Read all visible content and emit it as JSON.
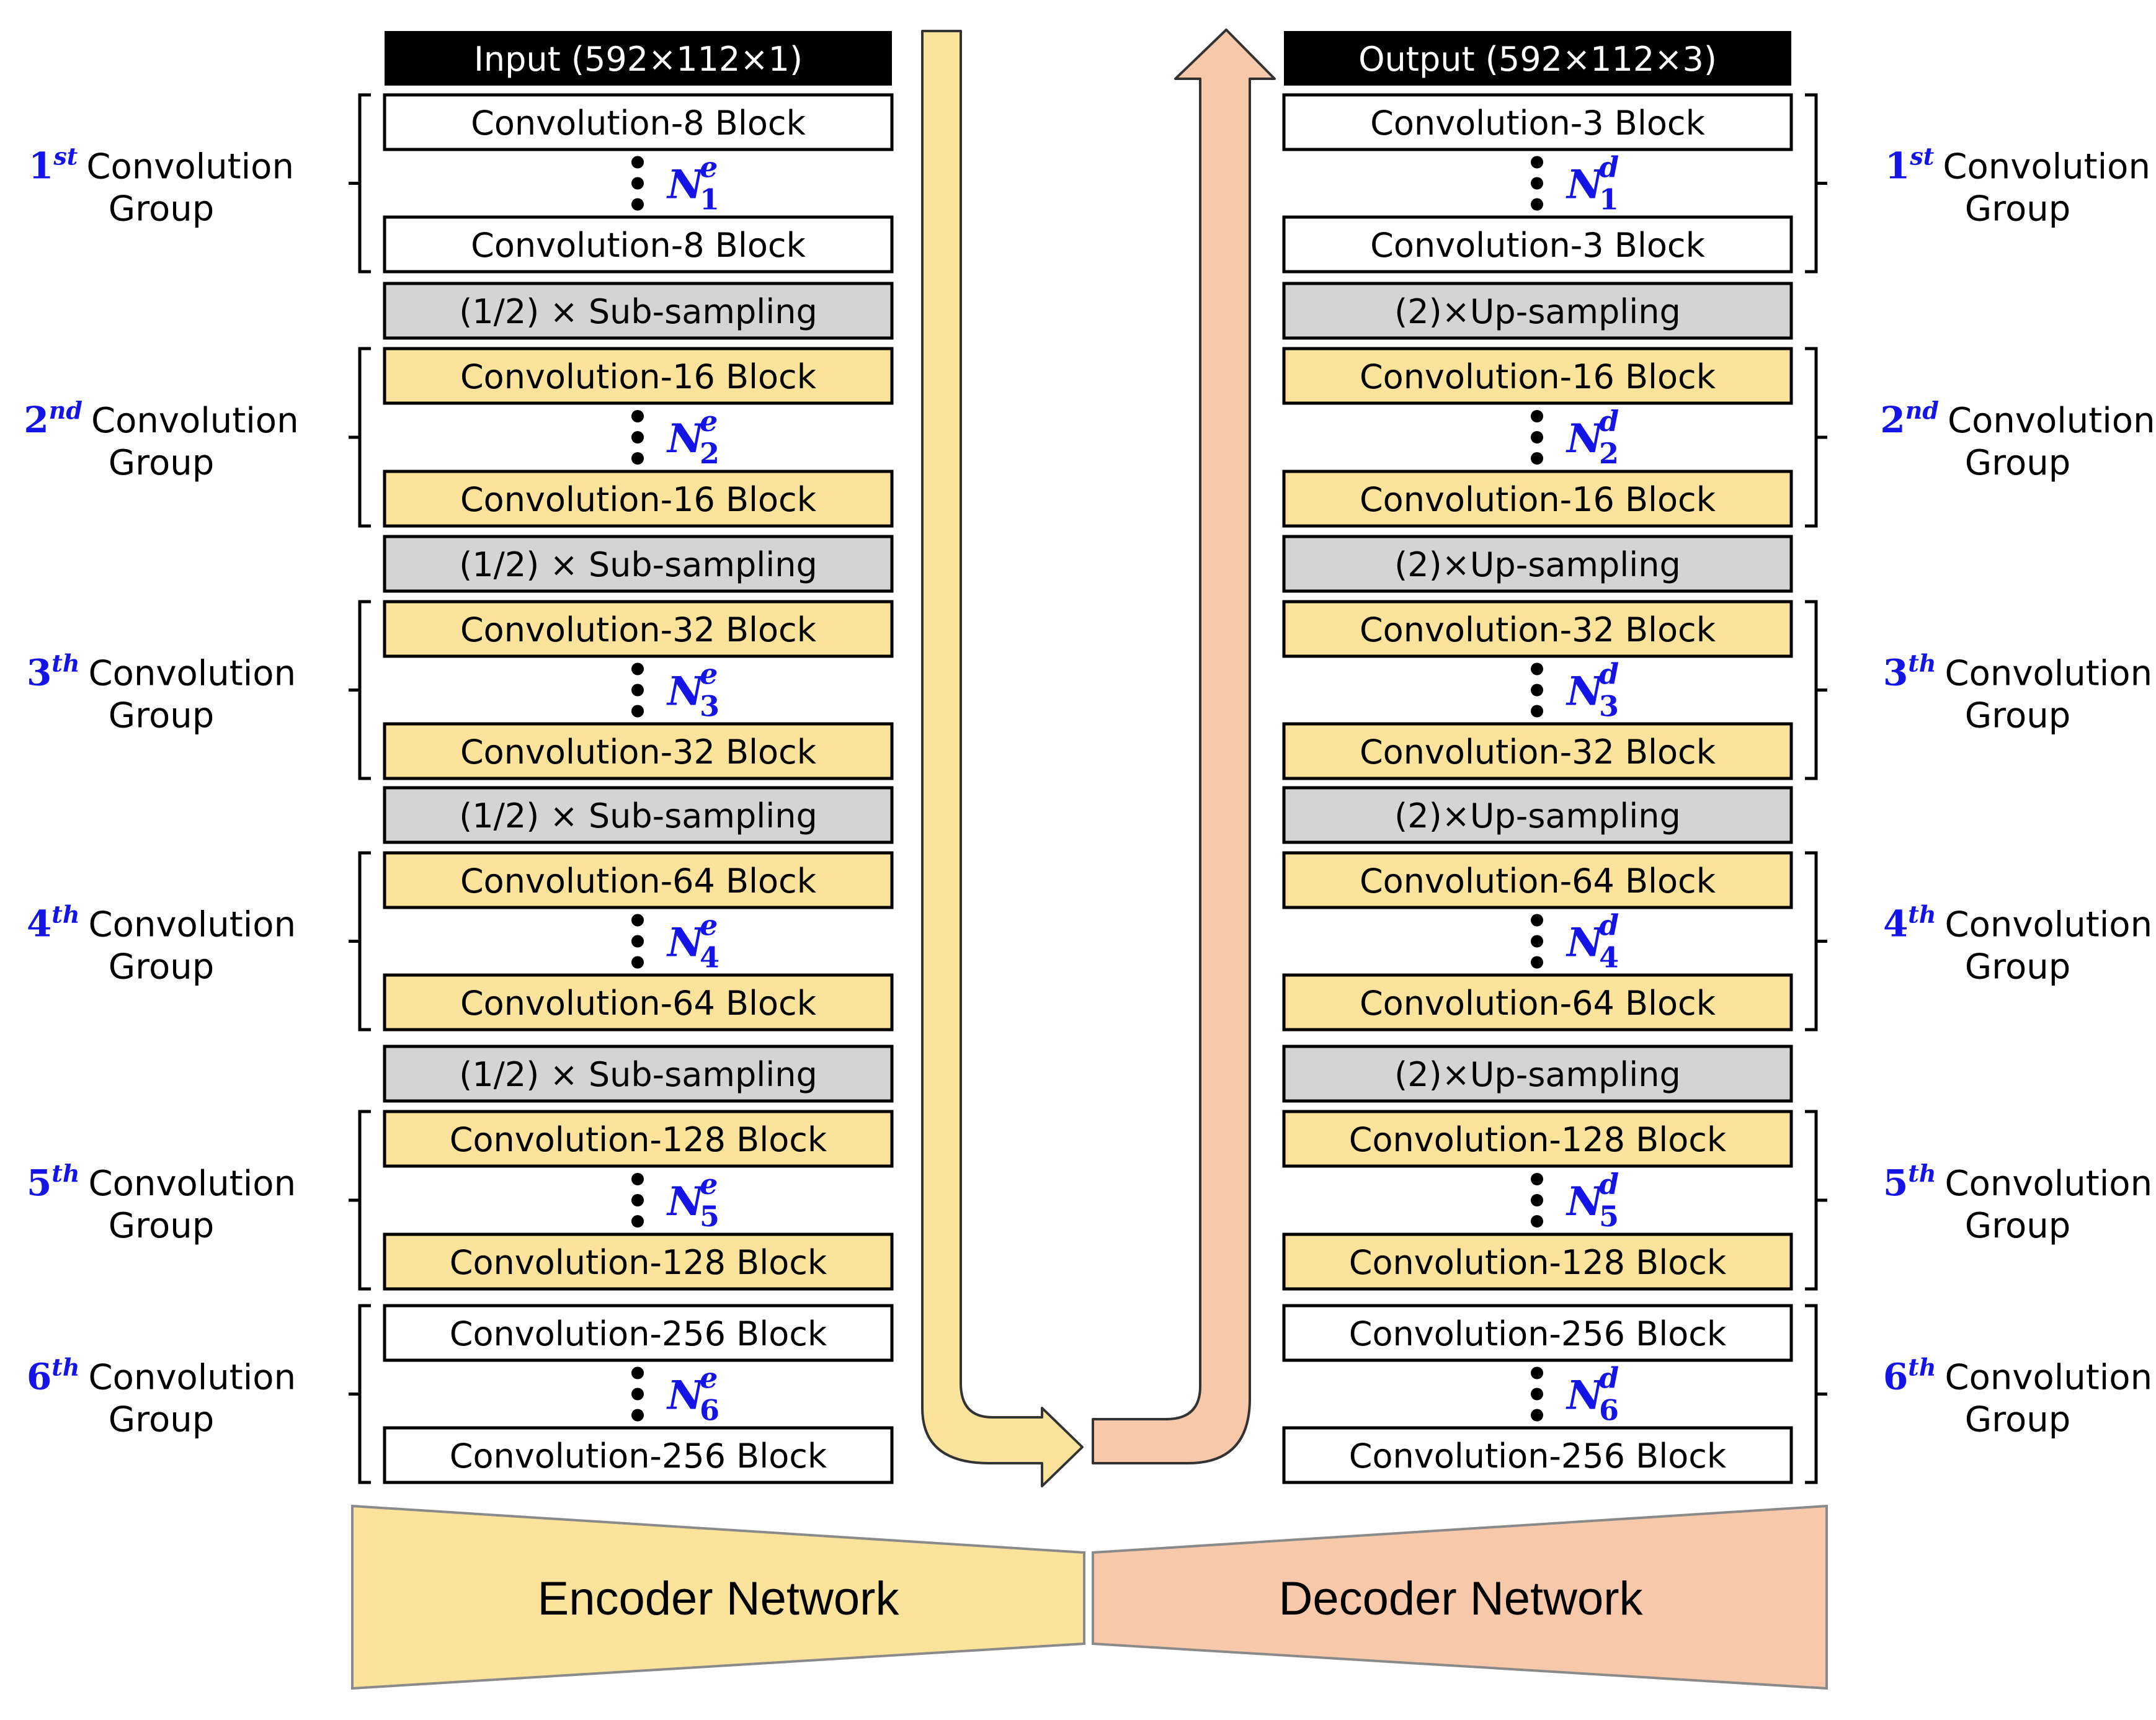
{
  "colors": {
    "block_white": "#ffffff",
    "block_yellow": "#fbe39b",
    "sampling_gray": "#d4d4d4",
    "header_black": "#000000",
    "encoder_fill": "#fbe39b",
    "decoder_fill": "#f7c9aa",
    "symbol_blue": "#1414e6"
  },
  "encoder": {
    "header": "Input (592×112×1)",
    "network_label": "Encoder Network",
    "sampling_label": "(1/2) × Sub-sampling",
    "symbol_base": "N",
    "symbol_superscript": "e",
    "groups": [
      {
        "ordinal": "1",
        "suffix": "st",
        "label_word": "Convolution",
        "label_group": "Group",
        "block": "Convolution-8 Block",
        "index": "1",
        "color": "white"
      },
      {
        "ordinal": "2",
        "suffix": "nd",
        "label_word": "Convolution",
        "label_group": "Group",
        "block": "Convolution-16 Block",
        "index": "2",
        "color": "yellow"
      },
      {
        "ordinal": "3",
        "suffix": "th",
        "label_word": "Convolution",
        "label_group": "Group",
        "block": "Convolution-32 Block",
        "index": "3",
        "color": "yellow"
      },
      {
        "ordinal": "4",
        "suffix": "th",
        "label_word": "Convolution",
        "label_group": "Group",
        "block": "Convolution-64 Block",
        "index": "4",
        "color": "yellow"
      },
      {
        "ordinal": "5",
        "suffix": "th",
        "label_word": "Convolution",
        "label_group": "Group",
        "block": "Convolution-128 Block",
        "index": "5",
        "color": "yellow"
      },
      {
        "ordinal": "6",
        "suffix": "th",
        "label_word": "Convolution",
        "label_group": "Group",
        "block": "Convolution-256 Block",
        "index": "6",
        "color": "white"
      }
    ]
  },
  "decoder": {
    "header": "Output (592×112×3)",
    "network_label": "Decoder Network",
    "sampling_label": "(2)×Up-sampling",
    "symbol_base": "N",
    "symbol_superscript": "d",
    "groups": [
      {
        "ordinal": "1",
        "suffix": "st",
        "label_word": "Convolution",
        "label_group": "Group",
        "block": "Convolution-3 Block",
        "index": "1",
        "color": "white"
      },
      {
        "ordinal": "2",
        "suffix": "nd",
        "label_word": "Convolution",
        "label_group": "Group",
        "block": "Convolution-16 Block",
        "index": "2",
        "color": "yellow"
      },
      {
        "ordinal": "3",
        "suffix": "th",
        "label_word": "Convolution",
        "label_group": "Group",
        "block": "Convolution-32 Block",
        "index": "3",
        "color": "yellow"
      },
      {
        "ordinal": "4",
        "suffix": "th",
        "label_word": "Convolution",
        "label_group": "Group",
        "block": "Convolution-64 Block",
        "index": "4",
        "color": "yellow"
      },
      {
        "ordinal": "5",
        "suffix": "th",
        "label_word": "Convolution",
        "label_group": "Group",
        "block": "Convolution-128 Block",
        "index": "5",
        "color": "yellow"
      },
      {
        "ordinal": "6",
        "suffix": "th",
        "label_word": "Convolution",
        "label_group": "Group",
        "block": "Convolution-256 Block",
        "index": "6",
        "color": "white"
      }
    ]
  }
}
